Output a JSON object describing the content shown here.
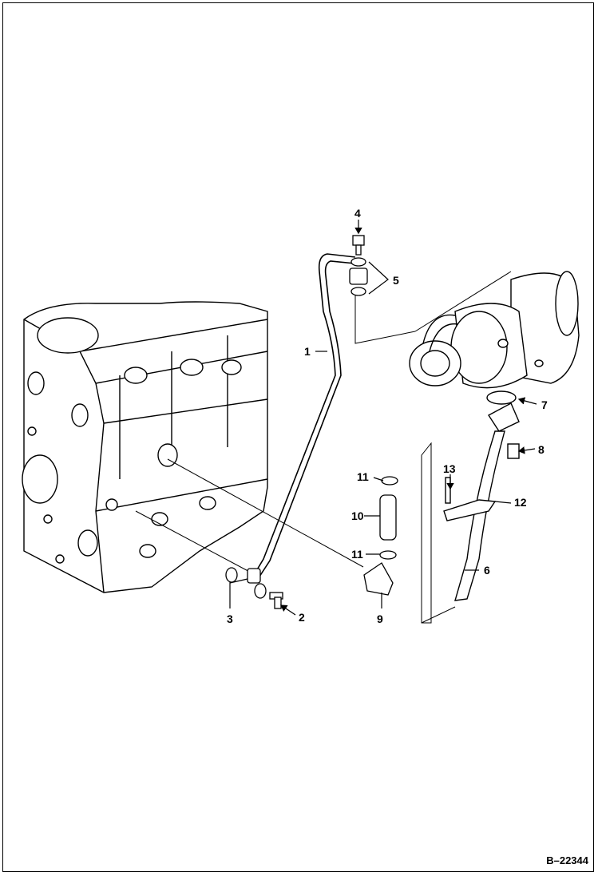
{
  "figure_id": "B–22344",
  "callouts": [
    {
      "id": "c1",
      "label": "1"
    },
    {
      "id": "c2",
      "label": "2"
    },
    {
      "id": "c3",
      "label": "3"
    },
    {
      "id": "c4",
      "label": "4"
    },
    {
      "id": "c5",
      "label": "5"
    },
    {
      "id": "c6",
      "label": "6"
    },
    {
      "id": "c7",
      "label": "7"
    },
    {
      "id": "c8",
      "label": "8"
    },
    {
      "id": "c9",
      "label": "9"
    },
    {
      "id": "c10",
      "label": "10"
    },
    {
      "id": "c11a",
      "label": "11"
    },
    {
      "id": "c11b",
      "label": "11"
    },
    {
      "id": "c12",
      "label": "12"
    },
    {
      "id": "c13",
      "label": "13"
    }
  ]
}
